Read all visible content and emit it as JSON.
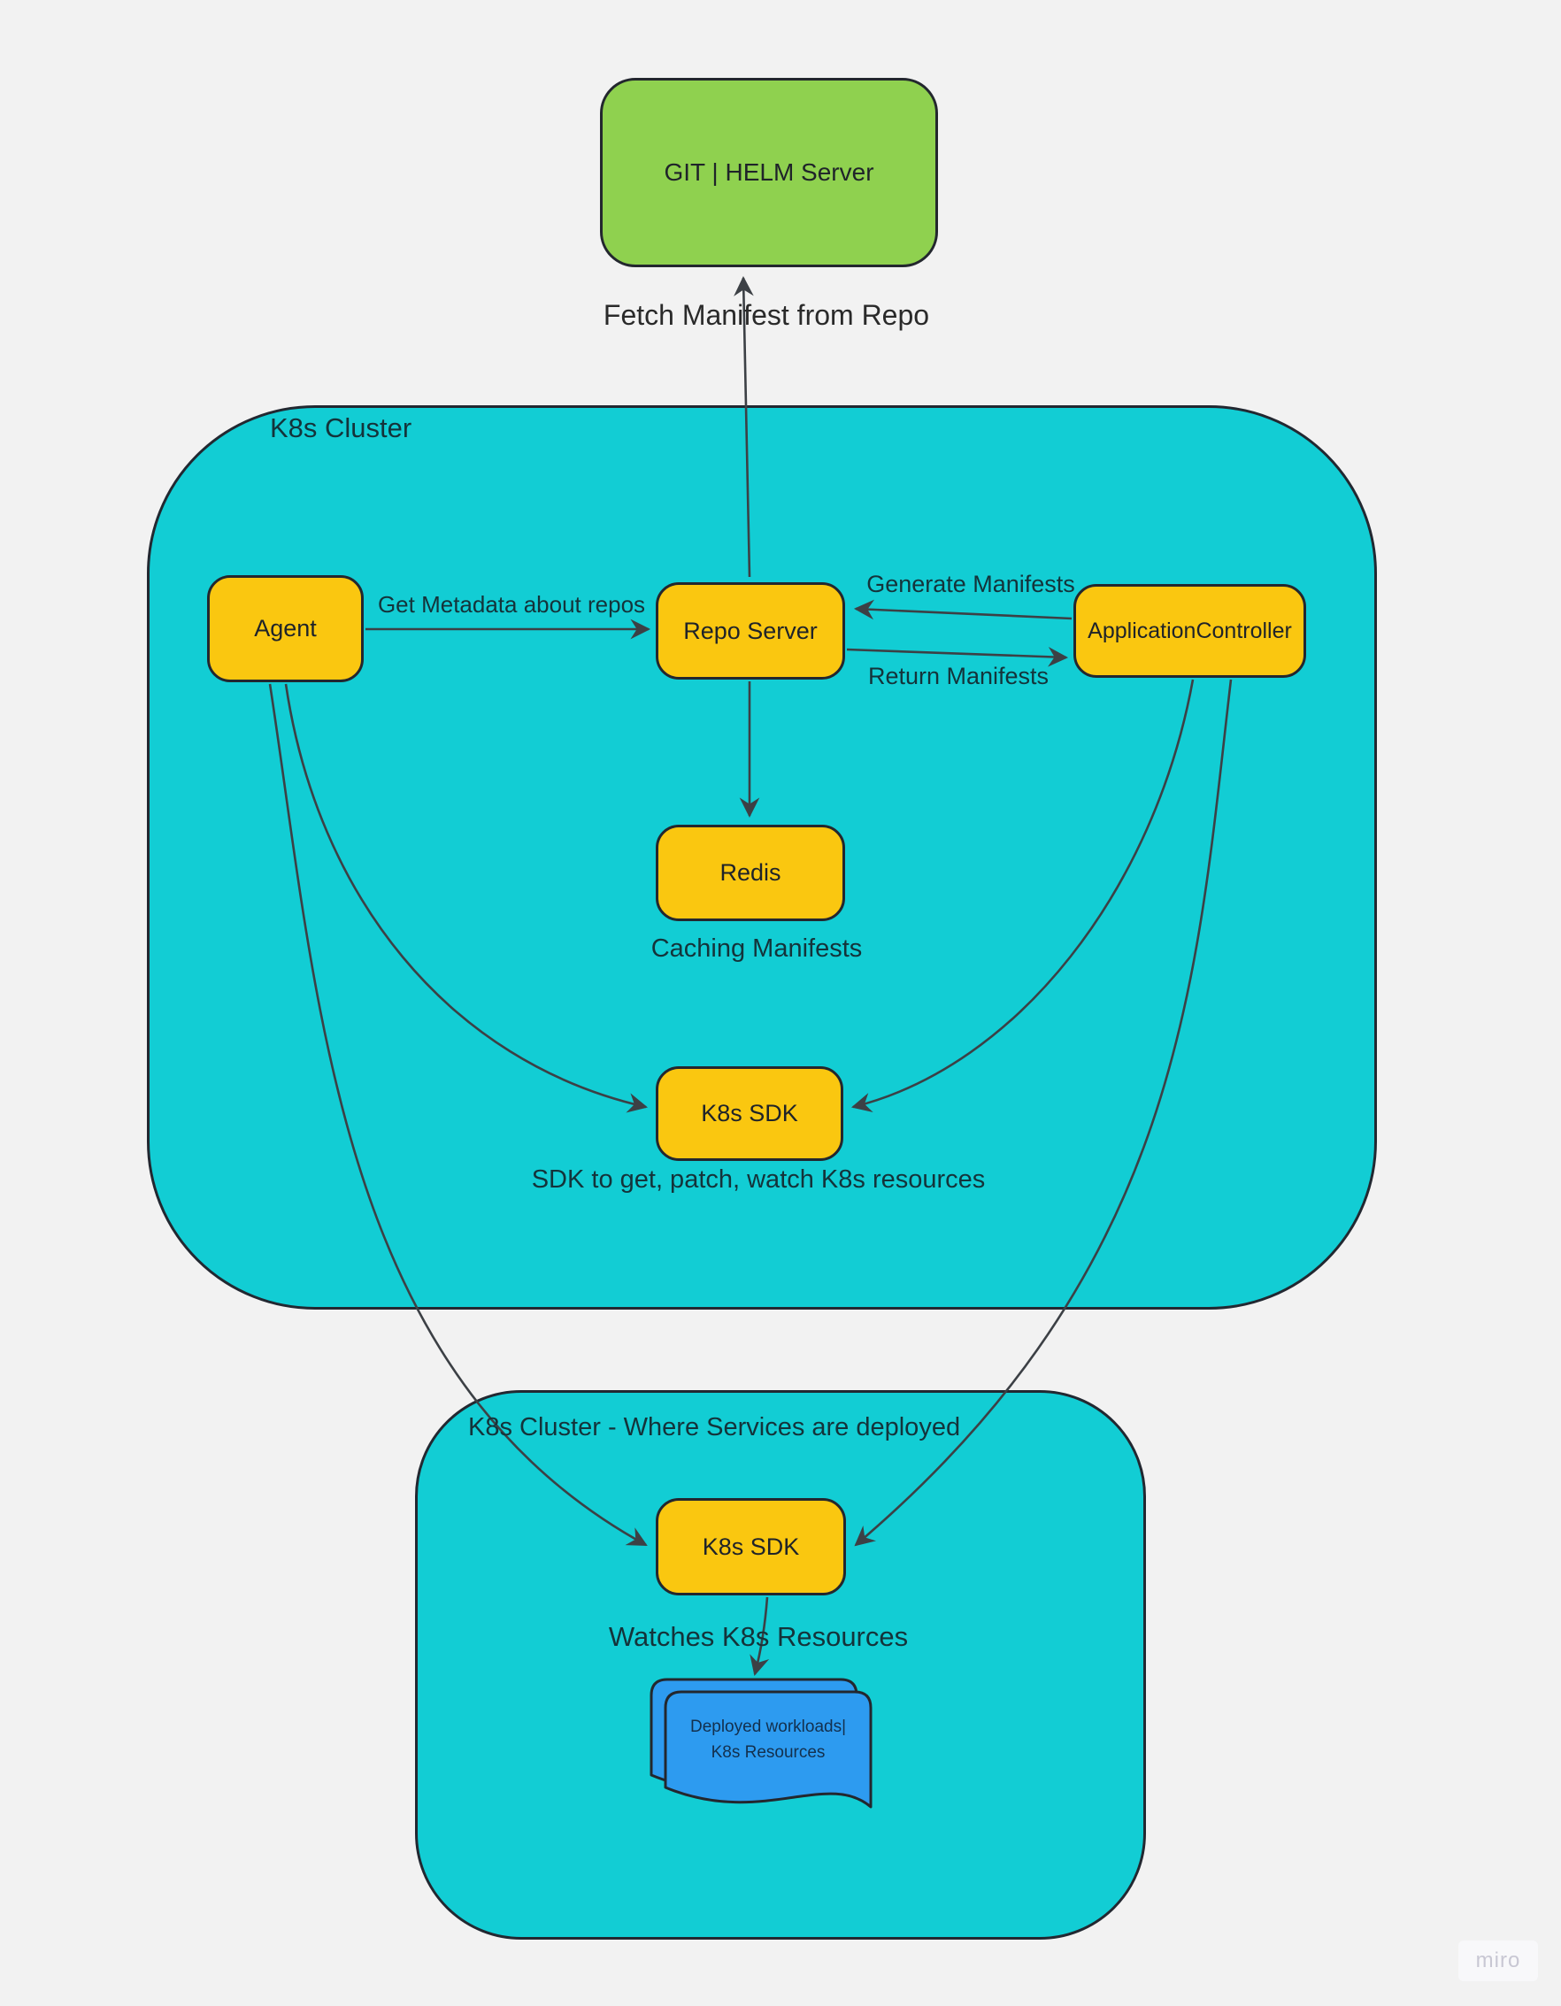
{
  "diagram": {
    "title_context": "ArgoCD style Kubernetes deployment diagram",
    "clusters": {
      "main": {
        "label": "K8s Cluster"
      },
      "deploy": {
        "label": "K8s Cluster - Where Services are deployed"
      }
    },
    "nodes": {
      "git_helm": {
        "label": "GIT | HELM Server"
      },
      "agent": {
        "label": "Agent"
      },
      "repo_server": {
        "label": "Repo Server"
      },
      "application_controller": {
        "label": "ApplicationController"
      },
      "redis": {
        "label": "Redis"
      },
      "k8s_sdk_main": {
        "label": "K8s SDK"
      },
      "k8s_sdk_deploy": {
        "label": "K8s SDK"
      },
      "workloads_doc": {
        "line1": "Deployed workloads|",
        "line2": "K8s Resources"
      }
    },
    "edge_labels": {
      "fetch_manifest": "Fetch Manifest from Repo",
      "get_metadata": "Get Metadata about repos",
      "generate_manifests": "Generate Manifests",
      "return_manifests": "Return Manifests",
      "caching_manifests": "Caching Manifests",
      "sdk_description": "SDK to get, patch, watch K8s resources",
      "watches_resources": "Watches K8s Resources"
    },
    "colors": {
      "background": "#F2F2F2",
      "cluster_fill": "#12CDD4",
      "node_fill": "#FAC710",
      "git_server_fill": "#8FD14F",
      "document_fill": "#2D9BF0",
      "line": "#3C4045",
      "border": "#23272E"
    },
    "watermark": "miro"
  }
}
